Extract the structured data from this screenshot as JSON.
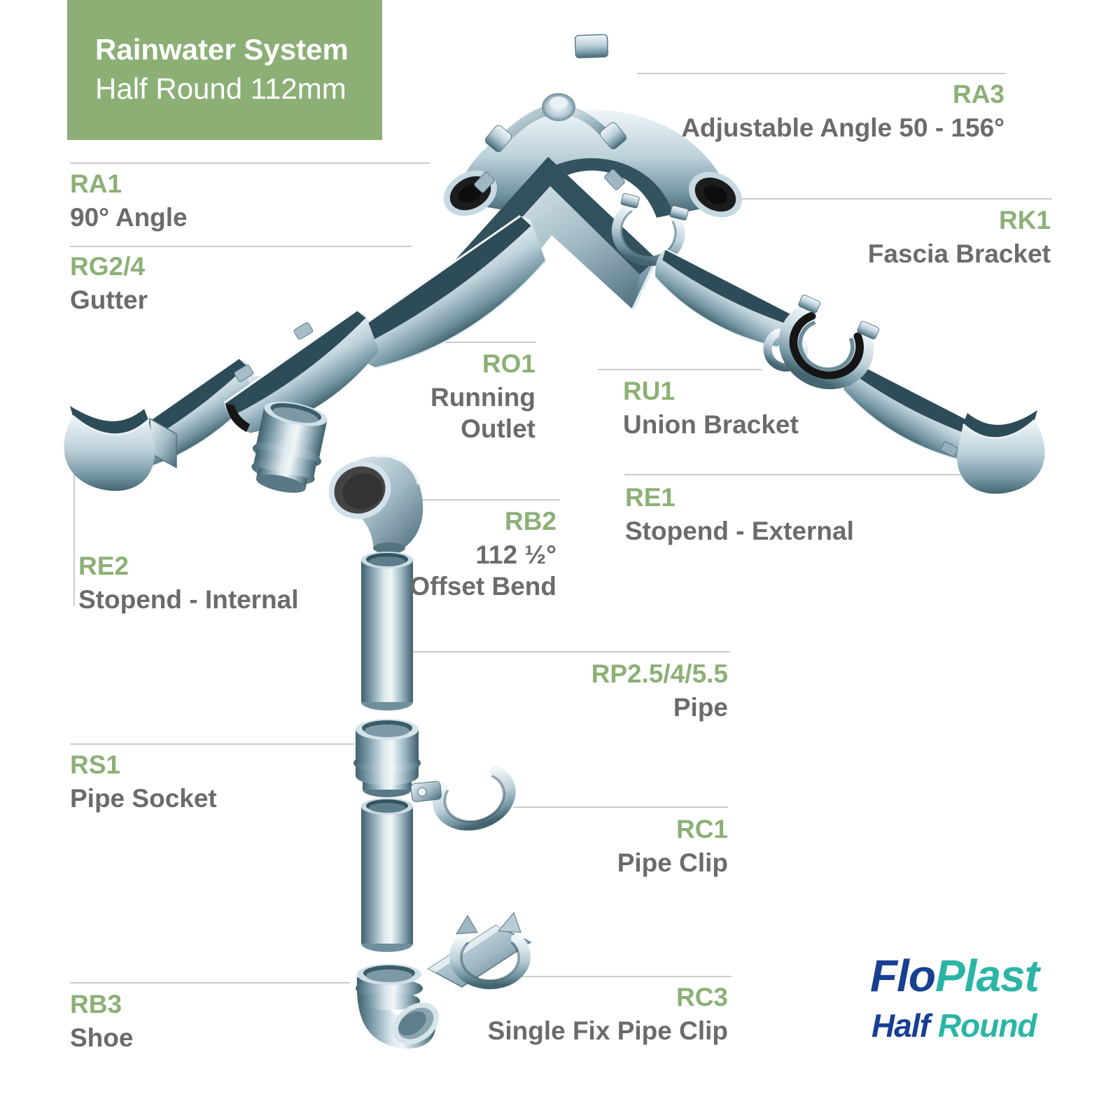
{
  "header": {
    "title": "Rainwater System",
    "subtitle": "Half Round 112mm"
  },
  "parts": [
    {
      "code": "RA3",
      "name": "Adjustable Angle 50 - 156°"
    },
    {
      "code": "RA1",
      "name": "90° Angle"
    },
    {
      "code": "RG2/4",
      "name": "Gutter"
    },
    {
      "code": "RK1",
      "name": "Fascia Bracket"
    },
    {
      "code": "RO1",
      "name": "Running Outlet"
    },
    {
      "code": "RU1",
      "name": "Union Bracket"
    },
    {
      "code": "RE1",
      "name": "Stopend - External"
    },
    {
      "code": "RB2",
      "name": "112 ½° Offset Bend"
    },
    {
      "code": "RE2",
      "name": "Stopend - Internal"
    },
    {
      "code": "RP2.5/4/5.5",
      "name": "Pipe"
    },
    {
      "code": "RS1",
      "name": "Pipe Socket"
    },
    {
      "code": "RC1",
      "name": "Pipe Clip"
    },
    {
      "code": "RB3",
      "name": "Shoe"
    },
    {
      "code": "RC3",
      "name": "Single Fix Pipe Clip"
    }
  ],
  "logo": {
    "brand_a": "Flo",
    "brand_b": "Plast",
    "range_a": "Half",
    "range_b": "Round"
  },
  "colors": {
    "header_green": "#8caf76",
    "code_green": "#8cb076",
    "name_gray": "#6b6b6b",
    "leader_line": "#cbcbcb",
    "logo_navy": "#173f92",
    "logo_teal": "#2ab5a6"
  }
}
